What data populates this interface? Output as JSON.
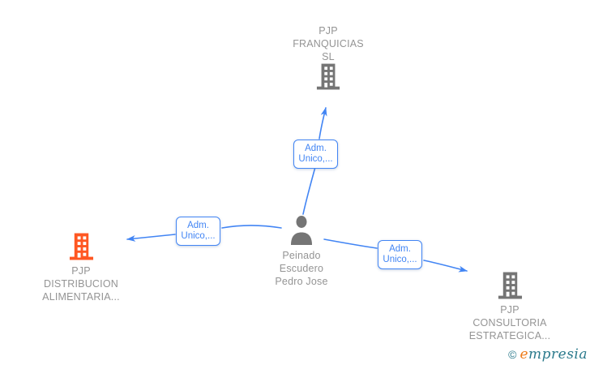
{
  "palette": {
    "edge_blue": "#4285f4",
    "icon_gray": "#757575",
    "label_gray": "#949494",
    "highlight_orange": "#ff5722",
    "logo_teal": "#2b7a8c",
    "logo_orange": "#ee7c1b"
  },
  "nodes": {
    "franquicias": {
      "label": "PJP\nFRANQUICIAS\nSL",
      "type": "company",
      "icon": "building-icon",
      "icon_color": "#757575"
    },
    "person": {
      "label": "Peinado\nEscudero\nPedro Jose",
      "type": "person",
      "icon": "person-icon",
      "icon_color": "#757575"
    },
    "distribucion": {
      "label": "PJP\nDISTRIBUCION\nALIMENTARIA...",
      "type": "company",
      "icon": "building-icon",
      "icon_color": "#ff5722"
    },
    "consultoria": {
      "label": "PJP\nCONSULTORIA\nESTRATEGICA...",
      "type": "company",
      "icon": "building-icon",
      "icon_color": "#757575"
    }
  },
  "edges": {
    "to_franquicias": {
      "from": "person",
      "to": "franquicias",
      "label": "Adm.\nUnico,..."
    },
    "to_distribucion": {
      "from": "person",
      "to": "distribucion",
      "label": "Adm.\nUnico,..."
    },
    "to_consultoria": {
      "from": "person",
      "to": "consultoria",
      "label": "Adm.\nUnico,..."
    }
  },
  "watermark": {
    "copyright": "©",
    "brand_initial": "e",
    "brand_rest": "mpresia"
  }
}
